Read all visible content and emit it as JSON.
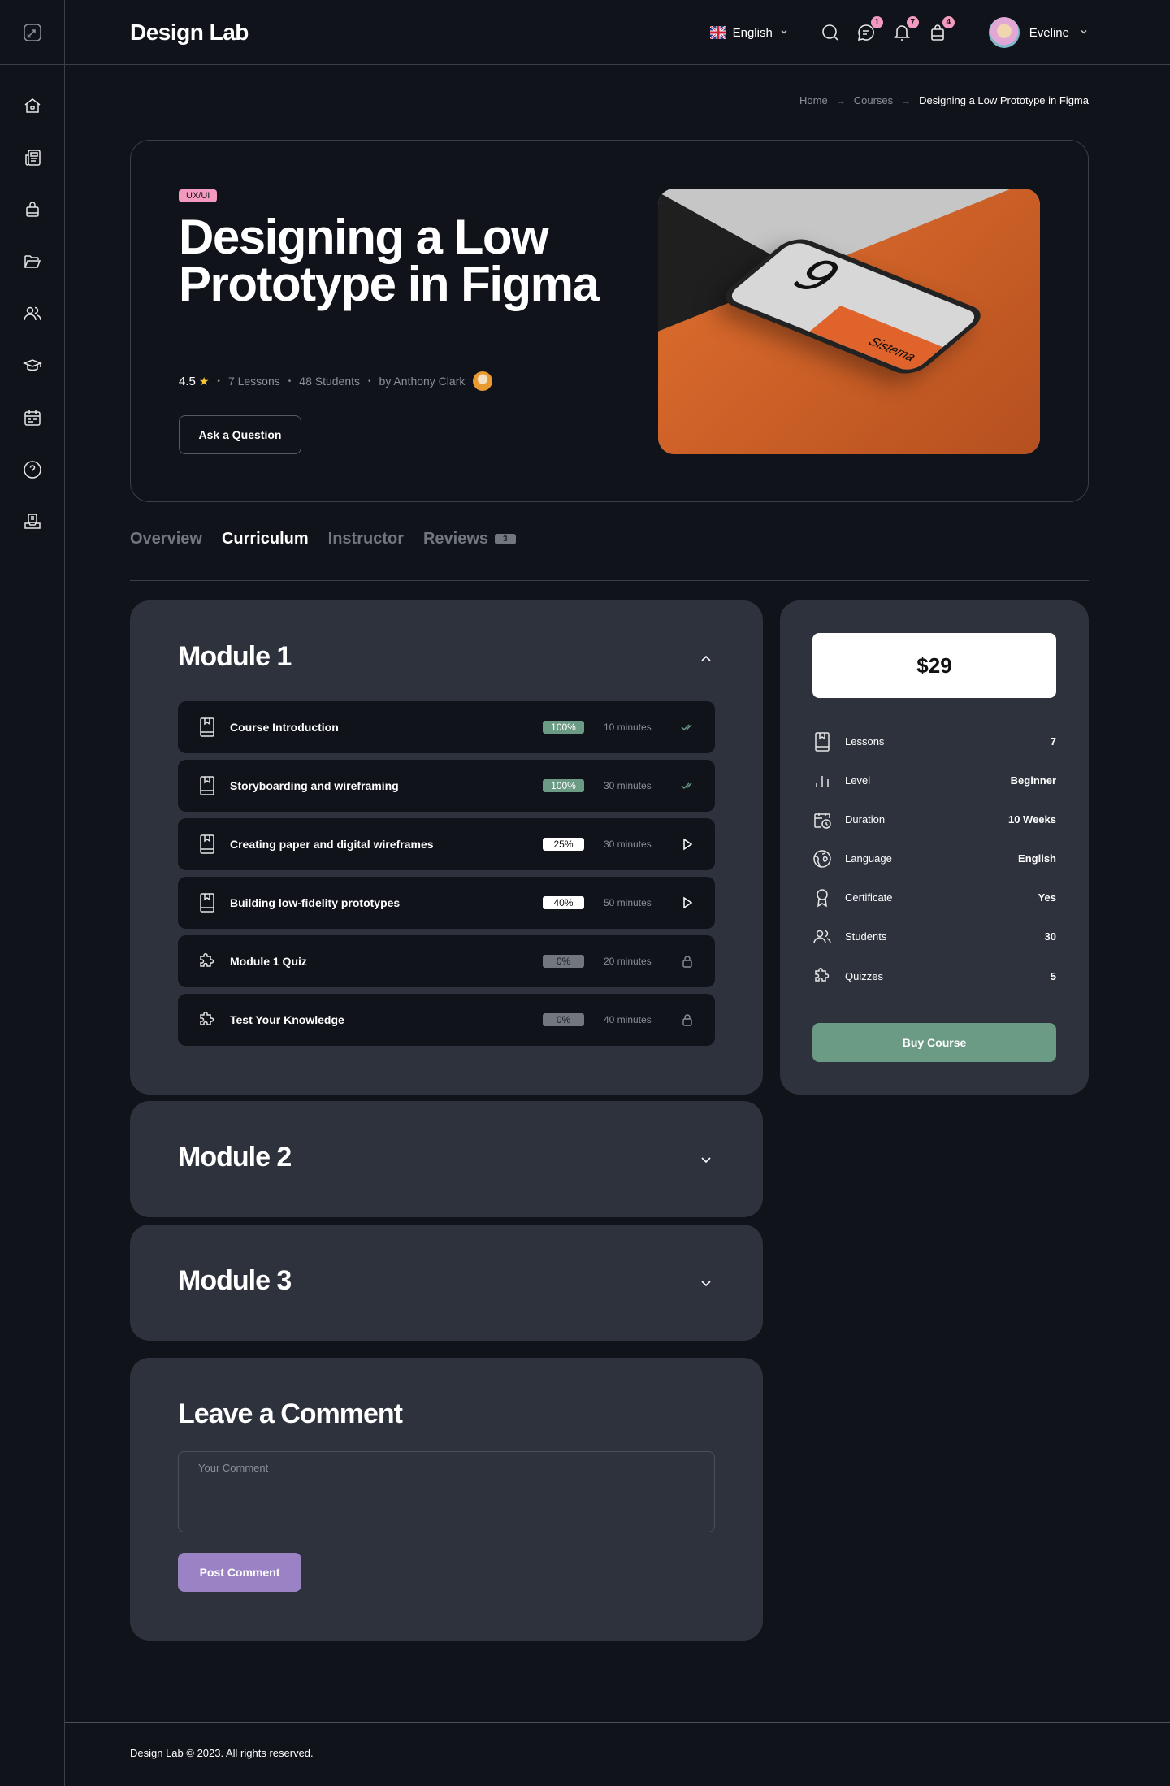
{
  "app": {
    "brand": "Design Lab"
  },
  "sidebar": {
    "toggle_icon": "expand-icon",
    "items": [
      {
        "name": "home",
        "icon": "home-icon"
      },
      {
        "name": "news",
        "icon": "newspaper-icon"
      },
      {
        "name": "shop",
        "icon": "shopping-bag-icon"
      },
      {
        "name": "files",
        "icon": "folder-icon"
      },
      {
        "name": "users",
        "icon": "users-icon"
      },
      {
        "name": "courses",
        "icon": "graduation-cap-icon"
      },
      {
        "name": "calendar",
        "icon": "calendar-icon"
      },
      {
        "name": "help",
        "icon": "help-circle-icon"
      },
      {
        "name": "inbox",
        "icon": "inbox-icon"
      }
    ]
  },
  "header": {
    "language": "English",
    "icons": [
      {
        "name": "search",
        "badge": null
      },
      {
        "name": "messages",
        "badge": "1"
      },
      {
        "name": "notifications",
        "badge": "7"
      },
      {
        "name": "cart",
        "badge": "4"
      }
    ],
    "user_name": "Eveline"
  },
  "breadcrumb": {
    "items": [
      "Home",
      "Courses"
    ],
    "current": "Designing a Low Prototype in Figma"
  },
  "hero": {
    "tag": "UX/UI",
    "title": "Designing a Low Prototype in Figma",
    "rating": "4.5",
    "lessons": "7 Lessons",
    "students": "48 Students",
    "instructor": "by Anthony Clark",
    "ask_button": "Ask a Question",
    "image_text": {
      "digit": "9",
      "brand": "Sistema"
    }
  },
  "tabs": [
    {
      "label": "Overview",
      "active": false
    },
    {
      "label": "Curriculum",
      "active": true
    },
    {
      "label": "Instructor",
      "active": false
    },
    {
      "label": "Reviews",
      "active": false,
      "count": "3"
    }
  ],
  "modules": [
    {
      "title": "Module 1",
      "expanded": true,
      "lessons": [
        {
          "title": "Course Introduction",
          "type": "lesson",
          "progress": "100%",
          "duration": "10 minutes",
          "status": "completed"
        },
        {
          "title": "Storyboarding and wireframing",
          "type": "lesson",
          "progress": "100%",
          "duration": "30 minutes",
          "status": "completed"
        },
        {
          "title": "Creating paper and digital wireframes",
          "type": "lesson",
          "progress": "25%",
          "duration": "30 minutes",
          "status": "in-progress"
        },
        {
          "title": "Building low-fidelity prototypes",
          "type": "lesson",
          "progress": "40%",
          "duration": "50 minutes",
          "status": "in-progress"
        },
        {
          "title": "Module 1 Quiz",
          "type": "quiz",
          "progress": "0%",
          "duration": "20 minutes",
          "status": "locked"
        },
        {
          "title": "Test Your Knowledge",
          "type": "quiz",
          "progress": "0%",
          "duration": "40 minutes",
          "status": "locked"
        }
      ]
    },
    {
      "title": "Module 2",
      "expanded": false
    },
    {
      "title": "Module 3",
      "expanded": false
    }
  ],
  "course_info": {
    "price": "$29",
    "rows": [
      {
        "label": "Lessons",
        "value": "7",
        "icon": "book-icon"
      },
      {
        "label": "Level",
        "value": "Beginner",
        "icon": "bar-chart-icon"
      },
      {
        "label": "Duration",
        "value": "10 Weeks",
        "icon": "calendar-clock-icon"
      },
      {
        "label": "Language",
        "value": "English",
        "icon": "globe-icon"
      },
      {
        "label": "Certificate",
        "value": "Yes",
        "icon": "award-icon"
      },
      {
        "label": "Students",
        "value": "30",
        "icon": "users-icon"
      },
      {
        "label": "Quizzes",
        "value": "5",
        "icon": "puzzle-icon"
      }
    ],
    "buy_button": "Buy Course"
  },
  "comment": {
    "title": "Leave a Comment",
    "placeholder": "Your Comment",
    "value": "",
    "post_button": "Post Comment"
  },
  "footer": {
    "text": "Design Lab © 2023. All rights reserved."
  },
  "colors": {
    "background": "#10131a",
    "card": "#2d323c",
    "accent_green": "#6b9a85",
    "accent_purple": "#9b82c4",
    "accent_pink": "#f49ac1",
    "muted": "#71767f"
  }
}
